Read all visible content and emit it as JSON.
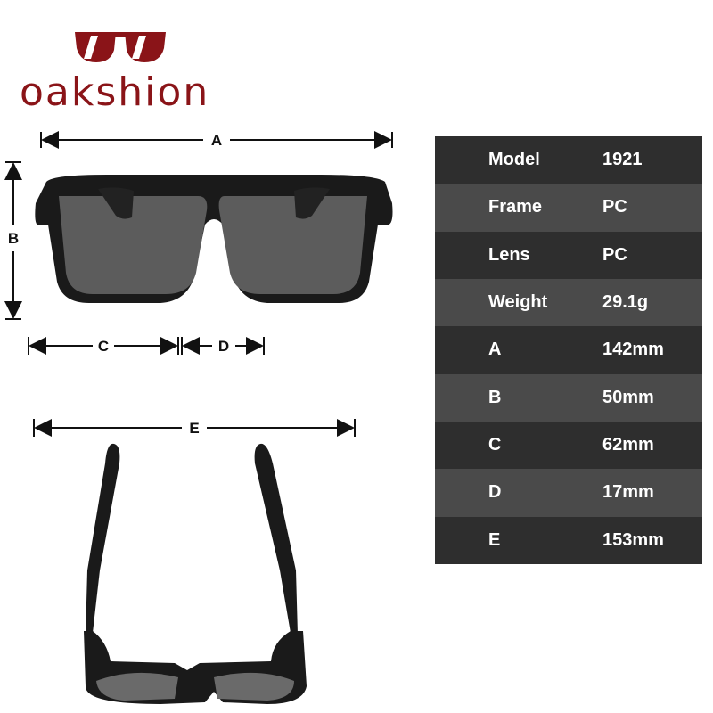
{
  "brand": {
    "name": "oakshion",
    "logo_icon": "sunglasses-icon",
    "color": "#8a1418"
  },
  "dimension_labels": {
    "A": "A",
    "B": "B",
    "C": "C",
    "D": "D",
    "E": "E"
  },
  "specs": [
    {
      "label": "Model",
      "value": "1921"
    },
    {
      "label": "Frame",
      "value": "PC"
    },
    {
      "label": "Lens",
      "value": "PC"
    },
    {
      "label": "Weight",
      "value": "29.1g"
    },
    {
      "label": "A",
      "value": "142mm"
    },
    {
      "label": "B",
      "value": "50mm"
    },
    {
      "label": "C",
      "value": "62mm"
    },
    {
      "label": "D",
      "value": "17mm"
    },
    {
      "label": "E",
      "value": "153mm"
    }
  ],
  "colors": {
    "table_dark": "#2e2e2e",
    "table_light": "#4a4a4a",
    "frame": "#1a1a1a",
    "lens": "#555555"
  }
}
